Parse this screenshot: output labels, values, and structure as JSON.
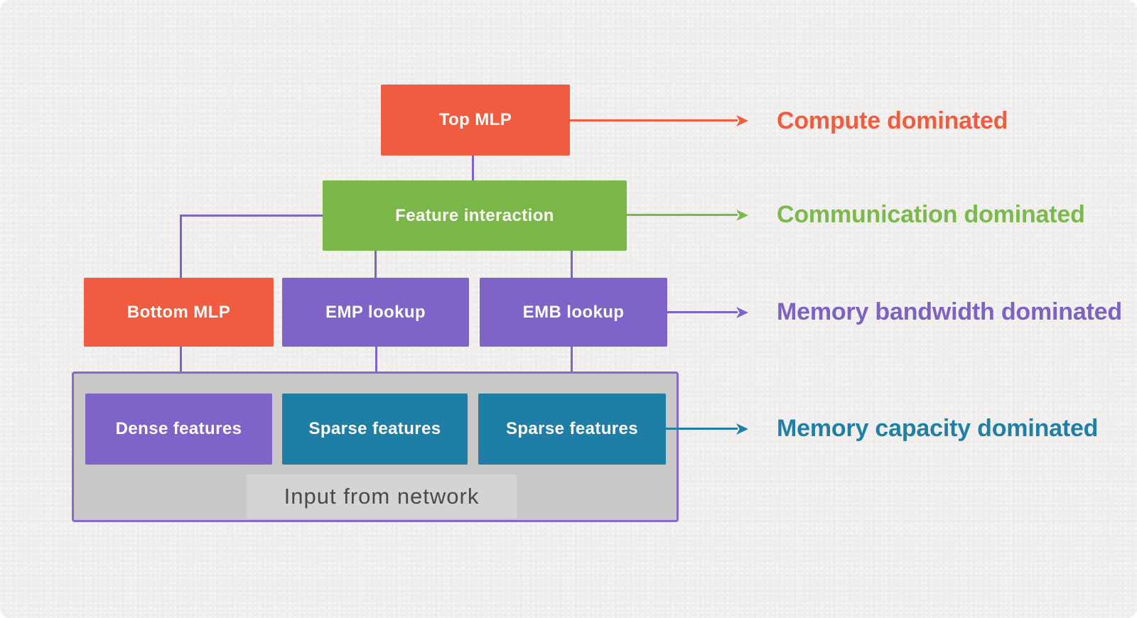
{
  "colors": {
    "background": "#efeeec",
    "orange": "#f15b40",
    "green": "#7ab648",
    "purple": "#7e63c8",
    "teal": "#1e7ea6",
    "connector": "#7e63c8",
    "container_fill": "#c9c8c7",
    "container_border": "#8669cf",
    "band_fill": "#d5d4d2",
    "band_text": "#4a4a4a",
    "node_text": "#fdfbf8"
  },
  "nodes": {
    "top_mlp": "Top MLP",
    "feature_interaction": "Feature interaction",
    "bottom_mlp": "Bottom MLP",
    "emp_lookup": "EMP lookup",
    "emb_lookup": "EMB lookup",
    "dense_features": "Dense features",
    "sparse_features_1": "Sparse features",
    "sparse_features_2": "Sparse features",
    "input_from_network": "Input from network"
  },
  "annotations": {
    "compute": {
      "label": "Compute dominated",
      "color": "#f15b40"
    },
    "communication": {
      "label": "Communication dominated",
      "color": "#7bb94c"
    },
    "memory_bandwidth": {
      "label": "Memory bandwidth dominated",
      "color": "#7d62c4"
    },
    "memory_capacity": {
      "label": "Memory capacity dominated",
      "color": "#1f7fa6"
    }
  }
}
